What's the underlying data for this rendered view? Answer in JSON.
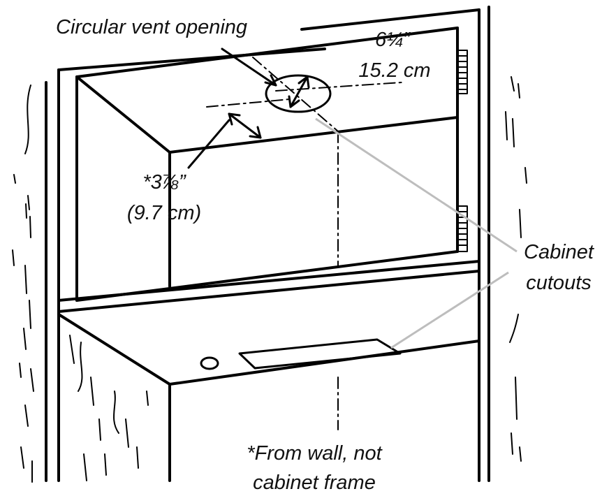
{
  "labels": {
    "vent_opening": "Circular vent opening",
    "width_imperial": "6¼”",
    "width_metric": "15.2 cm",
    "depth_imperial": "*3⅞”",
    "depth_metric": "(9.7 cm)",
    "cutouts_line1": "Cabinet",
    "cutouts_line2": "cutouts",
    "footnote_line1": "*From wall, not",
    "footnote_line2": "cabinet frame"
  },
  "colors": {
    "line": "#000000",
    "leader": "#bdbdbd",
    "background": "#ffffff"
  }
}
